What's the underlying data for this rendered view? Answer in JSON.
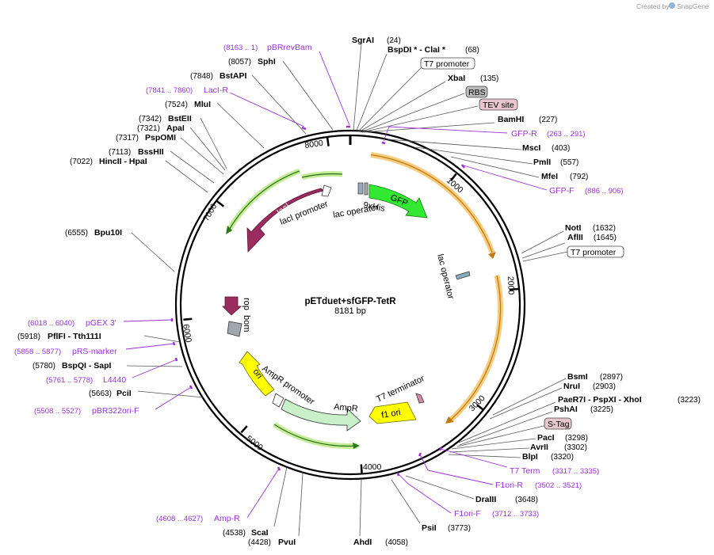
{
  "credit": {
    "prefix": "Created by",
    "brand": "SnapGene"
  },
  "map": {
    "title": "pETduet+sfGFP-TetR",
    "length": "8181 bp",
    "ticks": [
      "1000",
      "2000",
      "3000",
      "4000",
      "5000",
      "6000",
      "7000",
      "8000"
    ]
  },
  "sites": [
    {
      "name": "SgrAI",
      "pos": "(24)"
    },
    {
      "name": "BspDI *  - ClaI *",
      "pos": "(68)"
    },
    {
      "name": "XbaI",
      "pos": "(135)"
    },
    {
      "name": "BamHI",
      "pos": "(227)"
    },
    {
      "name": "MscI",
      "pos": "(403)"
    },
    {
      "name": "PmlI",
      "pos": "(557)"
    },
    {
      "name": "MfeI",
      "pos": "(792)"
    },
    {
      "name": "NotI",
      "pos": "(1632)"
    },
    {
      "name": "AflII",
      "pos": "(1645)"
    },
    {
      "name": "BsmI",
      "pos": "(2897)"
    },
    {
      "name": "NruI",
      "pos": "(2903)"
    },
    {
      "name": "PaeR7I  - PspXI  - XhoI",
      "pos": "(3223)"
    },
    {
      "name": "PshAI",
      "pos": "(3225)"
    },
    {
      "name": "PacI",
      "pos": "(3298)"
    },
    {
      "name": "AvrII",
      "pos": "(3302)"
    },
    {
      "name": "BlpI",
      "pos": "(3320)"
    },
    {
      "name": "DraIII",
      "pos": "(3648)"
    },
    {
      "name": "PsiI",
      "pos": "(3773)"
    },
    {
      "name": "AhdI",
      "pos": "(4058)"
    },
    {
      "name": "PvuI",
      "pos": "(4428)"
    },
    {
      "name": "ScaI",
      "pos": "(4538)"
    },
    {
      "name": "PciI",
      "pos": "(5663)"
    },
    {
      "name": "BspQI   - SapI",
      "pos": "(5780)"
    },
    {
      "name": "PflFI   - Tth111I",
      "pos": "(5918)"
    },
    {
      "name": "Bpu10I",
      "pos": "(6555)"
    },
    {
      "name": "HincII   - HpaI",
      "pos": "(7022)"
    },
    {
      "name": "BssHII",
      "pos": "(7113)"
    },
    {
      "name": "PspOMI",
      "pos": "(7317)"
    },
    {
      "name": "ApaI",
      "pos": "(7321)"
    },
    {
      "name": "BstEII",
      "pos": "(7342)"
    },
    {
      "name": "MluI",
      "pos": "(7524)"
    },
    {
      "name": "BstAPI",
      "pos": "(7848)"
    },
    {
      "name": "SphI",
      "pos": "(8057)"
    }
  ],
  "primers": [
    {
      "name": "pBRrevBam",
      "pos": "(8163 .. 1)"
    },
    {
      "name": "LacI-R",
      "pos": "(7841 .. 7860)"
    },
    {
      "name": "GFP-R",
      "pos": "(263 .. 291)"
    },
    {
      "name": "GFP-F",
      "pos": "(886 .. 906)"
    },
    {
      "name": "T7 Term",
      "pos": "(3317 .. 3335)"
    },
    {
      "name": "F1ori-R",
      "pos": "(3502 .. 3521)"
    },
    {
      "name": "F1ori-F",
      "pos": "(3712 .. 3733)"
    },
    {
      "name": "Amp-R",
      "pos": "(4608 .. 4627)"
    },
    {
      "name": "pBR322ori-F",
      "pos": "(5508 .. 5527)"
    },
    {
      "name": "L4440",
      "pos": "(5761 .. 5778)"
    },
    {
      "name": "pRS-marker",
      "pos": "(5858 .. 5877)"
    },
    {
      "name": "pGEX 3'",
      "pos": "(6018 .. 6040)"
    }
  ],
  "boxed": {
    "t7_promoter_top": "T7 promoter",
    "rbs": "RBS",
    "tev_site": "TEV site",
    "t7_promoter_right": "T7 promoter",
    "s_tag": "S-Tag"
  },
  "features": {
    "laci": "lacI",
    "laci_promoter": "lacI promoter",
    "lac_operator_1": "lac operator",
    "his_tag": "9xHis",
    "gfp": "GFP",
    "lac_operator_2": "lac operator",
    "rop": "rop",
    "bom": "bom",
    "ori": "ori",
    "ampr_promoter": "AmpR promoter",
    "ampr": "AmpR",
    "t7_terminator": "T7 terminator",
    "f1_ori": "f1 ori"
  },
  "colors": {
    "laci": "#9b2d5e",
    "gfp": "#33e833",
    "ori_yellow": "#ffff00",
    "ampr": "#c9f0c9",
    "orange_glow": "#f5c46a",
    "green_glow": "#c7eb9b",
    "primer": "#9b30d9",
    "tag_fill": "#e8c8d0",
    "rbs_fill": "#bbbbbb"
  }
}
